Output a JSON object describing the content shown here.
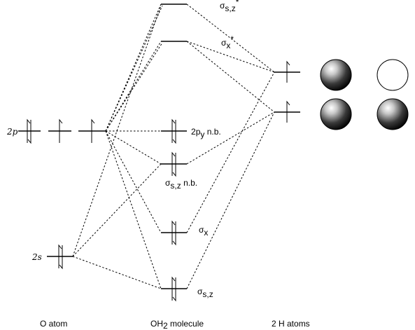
{
  "columns": {
    "o_atom": "O atom",
    "molecule": "OH",
    "molecule_sub": "2",
    "molecule_rest": " molecule",
    "h_atoms": "2 H atoms"
  },
  "o_levels": {
    "p_label": "2p",
    "s_label": "2s"
  },
  "mo_labels": {
    "sigma_sz_star": {
      "sym": "σ",
      "sub": "s,z",
      "sup": "*"
    },
    "sigma_x_star": {
      "sym": "σ",
      "sub": "x",
      "sup": "*"
    },
    "two_py_nb": {
      "pre": "2",
      "sym": "p",
      "sub": "y",
      "post": " n.b."
    },
    "sigma_sz_nb": {
      "sym": "σ",
      "sub": "s,z",
      "post": " n.b."
    },
    "sigma_x": {
      "sym": "σ",
      "sub": "x"
    },
    "sigma_sz": {
      "sym": "σ",
      "sub": "s,z"
    }
  },
  "spheres": [
    {
      "name": "sphere-top-left",
      "fill": "shaded"
    },
    {
      "name": "sphere-top-right",
      "fill": "empty"
    },
    {
      "name": "sphere-bottom-left",
      "fill": "shaded"
    },
    {
      "name": "sphere-bottom-right",
      "fill": "shaded"
    }
  ]
}
